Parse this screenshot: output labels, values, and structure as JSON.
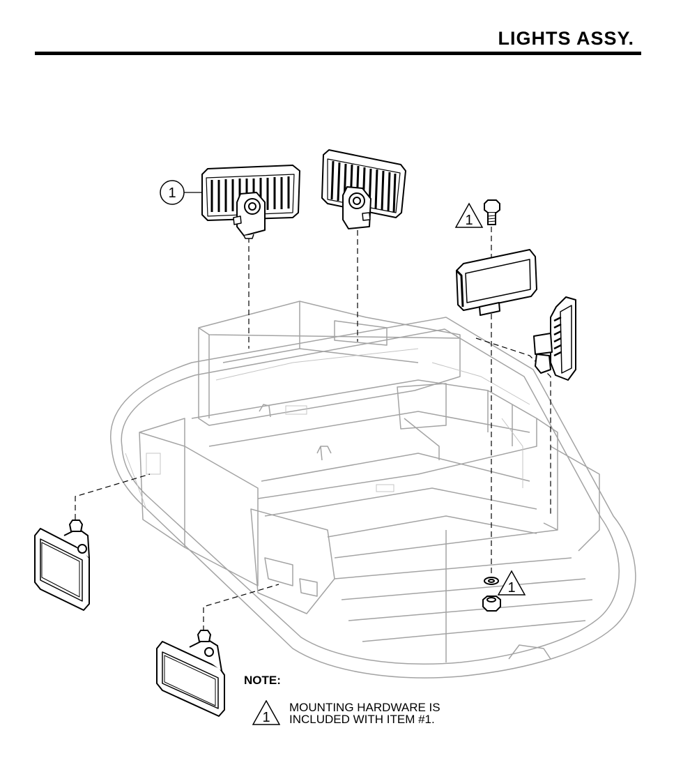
{
  "header": {
    "title": "LIGHTS ASSY."
  },
  "callouts": {
    "item_light": "1",
    "ref_bolt": "1",
    "ref_nut": "1"
  },
  "note": {
    "label": "NOTE:",
    "ref": "1",
    "line1": "MOUNTING HARDWARE IS",
    "line2": "INCLUDED WITH ITEM #1."
  },
  "colors": {
    "line": "#000000",
    "frame": "#9a9a9a",
    "frame_light": "#c4c4c4"
  }
}
